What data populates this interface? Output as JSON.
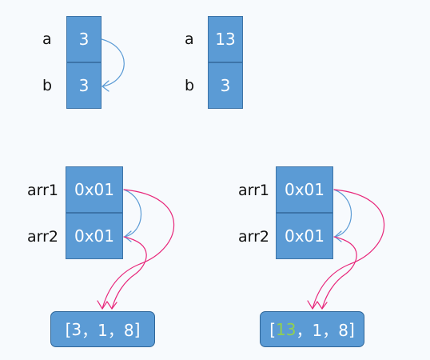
{
  "panel1": {
    "a_label": "a",
    "b_label": "b",
    "a_value": "3",
    "b_value": "3"
  },
  "panel2": {
    "a_label": "a",
    "b_label": "b",
    "a_value": "13",
    "b_value": "3"
  },
  "panel3": {
    "arr1_label": "arr1",
    "arr2_label": "arr2",
    "arr1_value": "0x01",
    "arr2_value": "0x01",
    "array": {
      "open": "[",
      "first": "3",
      "rest": "，1，8",
      "close": "]"
    }
  },
  "panel4": {
    "arr1_label": "arr1",
    "arr2_label": "arr2",
    "arr1_value": "0x01",
    "arr2_value": "0x01",
    "array": {
      "open": "[",
      "first": "13",
      "rest": "，1，8",
      "close": "]"
    }
  },
  "colors": {
    "cell": "#5b9bd5",
    "copy_arrow": "#5b9bd5",
    "reference_arrow": "#e8267a",
    "changed_value": "#92d050"
  }
}
